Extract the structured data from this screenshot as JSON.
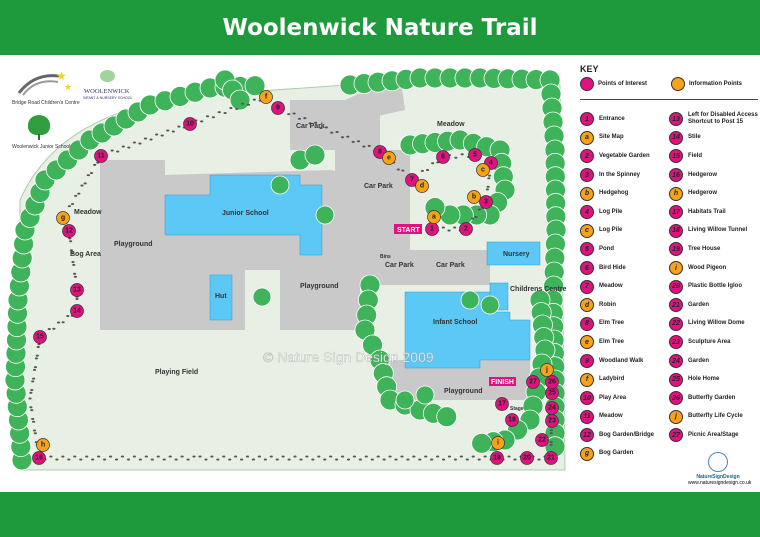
{
  "title": "Woolenwick Nature Trail",
  "watermark": "© Nature Sign Design 2009",
  "logos": {
    "bridge_road": "Bridge Road Children's Centre",
    "infant_school": "WOOLENWICK",
    "infant_school_sub": "INFANT & NURSERY SCHOOL",
    "junior_school": "Woolenwick Junior School"
  },
  "colors": {
    "poi": "#e0127f",
    "info": "#f7a21b",
    "header": "#1e9a3c",
    "building": "#5bc8f5",
    "path": "#c9c9c9",
    "tree": "#3fb35a"
  },
  "map_labels": {
    "car_park_top": "Car Park",
    "meadow_top": "Meadow",
    "car_park_mid": "Car Park",
    "junior_school": "Junior School",
    "meadow_left": "Meadow",
    "bog_area": "Bog Area",
    "playground_left": "Playground",
    "bins": "Bins",
    "car_park_a": "Car Park",
    "car_park_b": "Car Park",
    "nursery": "Nursery",
    "childrens_centre": "Childrens Centre",
    "hut": "Hut",
    "playground_mid": "Playground",
    "infant_school": "Infant School",
    "playing_field": "Playing Field",
    "playground_right": "Playground",
    "start": "START",
    "finish": "FINISH",
    "stage": "Stage"
  },
  "key": {
    "title": "KEY",
    "poi_label": "Points of Interest",
    "info_label": "Information Points",
    "left": [
      {
        "id": "1",
        "type": "poi",
        "label": "Entrance"
      },
      {
        "id": "a",
        "type": "info",
        "label": "Site Map"
      },
      {
        "id": "2",
        "type": "poi",
        "label": "Vegetable Garden"
      },
      {
        "id": "3",
        "type": "poi",
        "label": "In the Spinney"
      },
      {
        "id": "b",
        "type": "info",
        "label": "Hedgehog"
      },
      {
        "id": "4",
        "type": "poi",
        "label": "Log Pile"
      },
      {
        "id": "c",
        "type": "info",
        "label": "Log Pile"
      },
      {
        "id": "5",
        "type": "poi",
        "label": "Pond"
      },
      {
        "id": "6",
        "type": "poi",
        "label": "Bird Hide"
      },
      {
        "id": "7",
        "type": "poi",
        "label": "Meadow"
      },
      {
        "id": "d",
        "type": "info",
        "label": "Robin"
      },
      {
        "id": "8",
        "type": "poi",
        "label": "Elm Tree"
      },
      {
        "id": "e",
        "type": "info",
        "label": "Elm Tree"
      },
      {
        "id": "9",
        "type": "poi",
        "label": "Woodland Walk"
      },
      {
        "id": "f",
        "type": "info",
        "label": "Ladybird"
      },
      {
        "id": "10",
        "type": "poi",
        "label": "Play Area"
      },
      {
        "id": "11",
        "type": "poi",
        "label": "Meadow"
      },
      {
        "id": "12",
        "type": "poi",
        "label": "Bog Garden/Bridge"
      },
      {
        "id": "g",
        "type": "info",
        "label": "Bog Garden"
      }
    ],
    "right": [
      {
        "id": "13",
        "type": "poi",
        "label": "Left for Disabled Access Shortcut to Post 15"
      },
      {
        "id": "14",
        "type": "poi",
        "label": "Stile"
      },
      {
        "id": "15",
        "type": "poi",
        "label": "Field"
      },
      {
        "id": "16",
        "type": "poi",
        "label": "Hedgerow"
      },
      {
        "id": "h",
        "type": "info",
        "label": "Hedgerow"
      },
      {
        "id": "17",
        "type": "poi",
        "label": "Habitats Trail"
      },
      {
        "id": "18",
        "type": "poi",
        "label": "Living Willow Tunnel"
      },
      {
        "id": "19",
        "type": "poi",
        "label": "Tree House"
      },
      {
        "id": "i",
        "type": "info",
        "label": "Wood Pigeon"
      },
      {
        "id": "20",
        "type": "poi",
        "label": "Plastic Bottle Igloo"
      },
      {
        "id": "21",
        "type": "poi",
        "label": "Garden"
      },
      {
        "id": "22",
        "type": "poi",
        "label": "Living Willow Dome"
      },
      {
        "id": "23",
        "type": "poi",
        "label": "Sculpture Area"
      },
      {
        "id": "24",
        "type": "poi",
        "label": "Garden"
      },
      {
        "id": "25",
        "type": "poi",
        "label": "Hole Home"
      },
      {
        "id": "26",
        "type": "poi",
        "label": "Butterfly Garden"
      },
      {
        "id": "j",
        "type": "info",
        "label": "Butterfly Life Cycle"
      },
      {
        "id": "27",
        "type": "poi",
        "label": "Picnic Area/Stage"
      }
    ]
  },
  "brand": {
    "name": "NatureSignDesign",
    "url": "www.naturesigndesign.co.uk"
  }
}
